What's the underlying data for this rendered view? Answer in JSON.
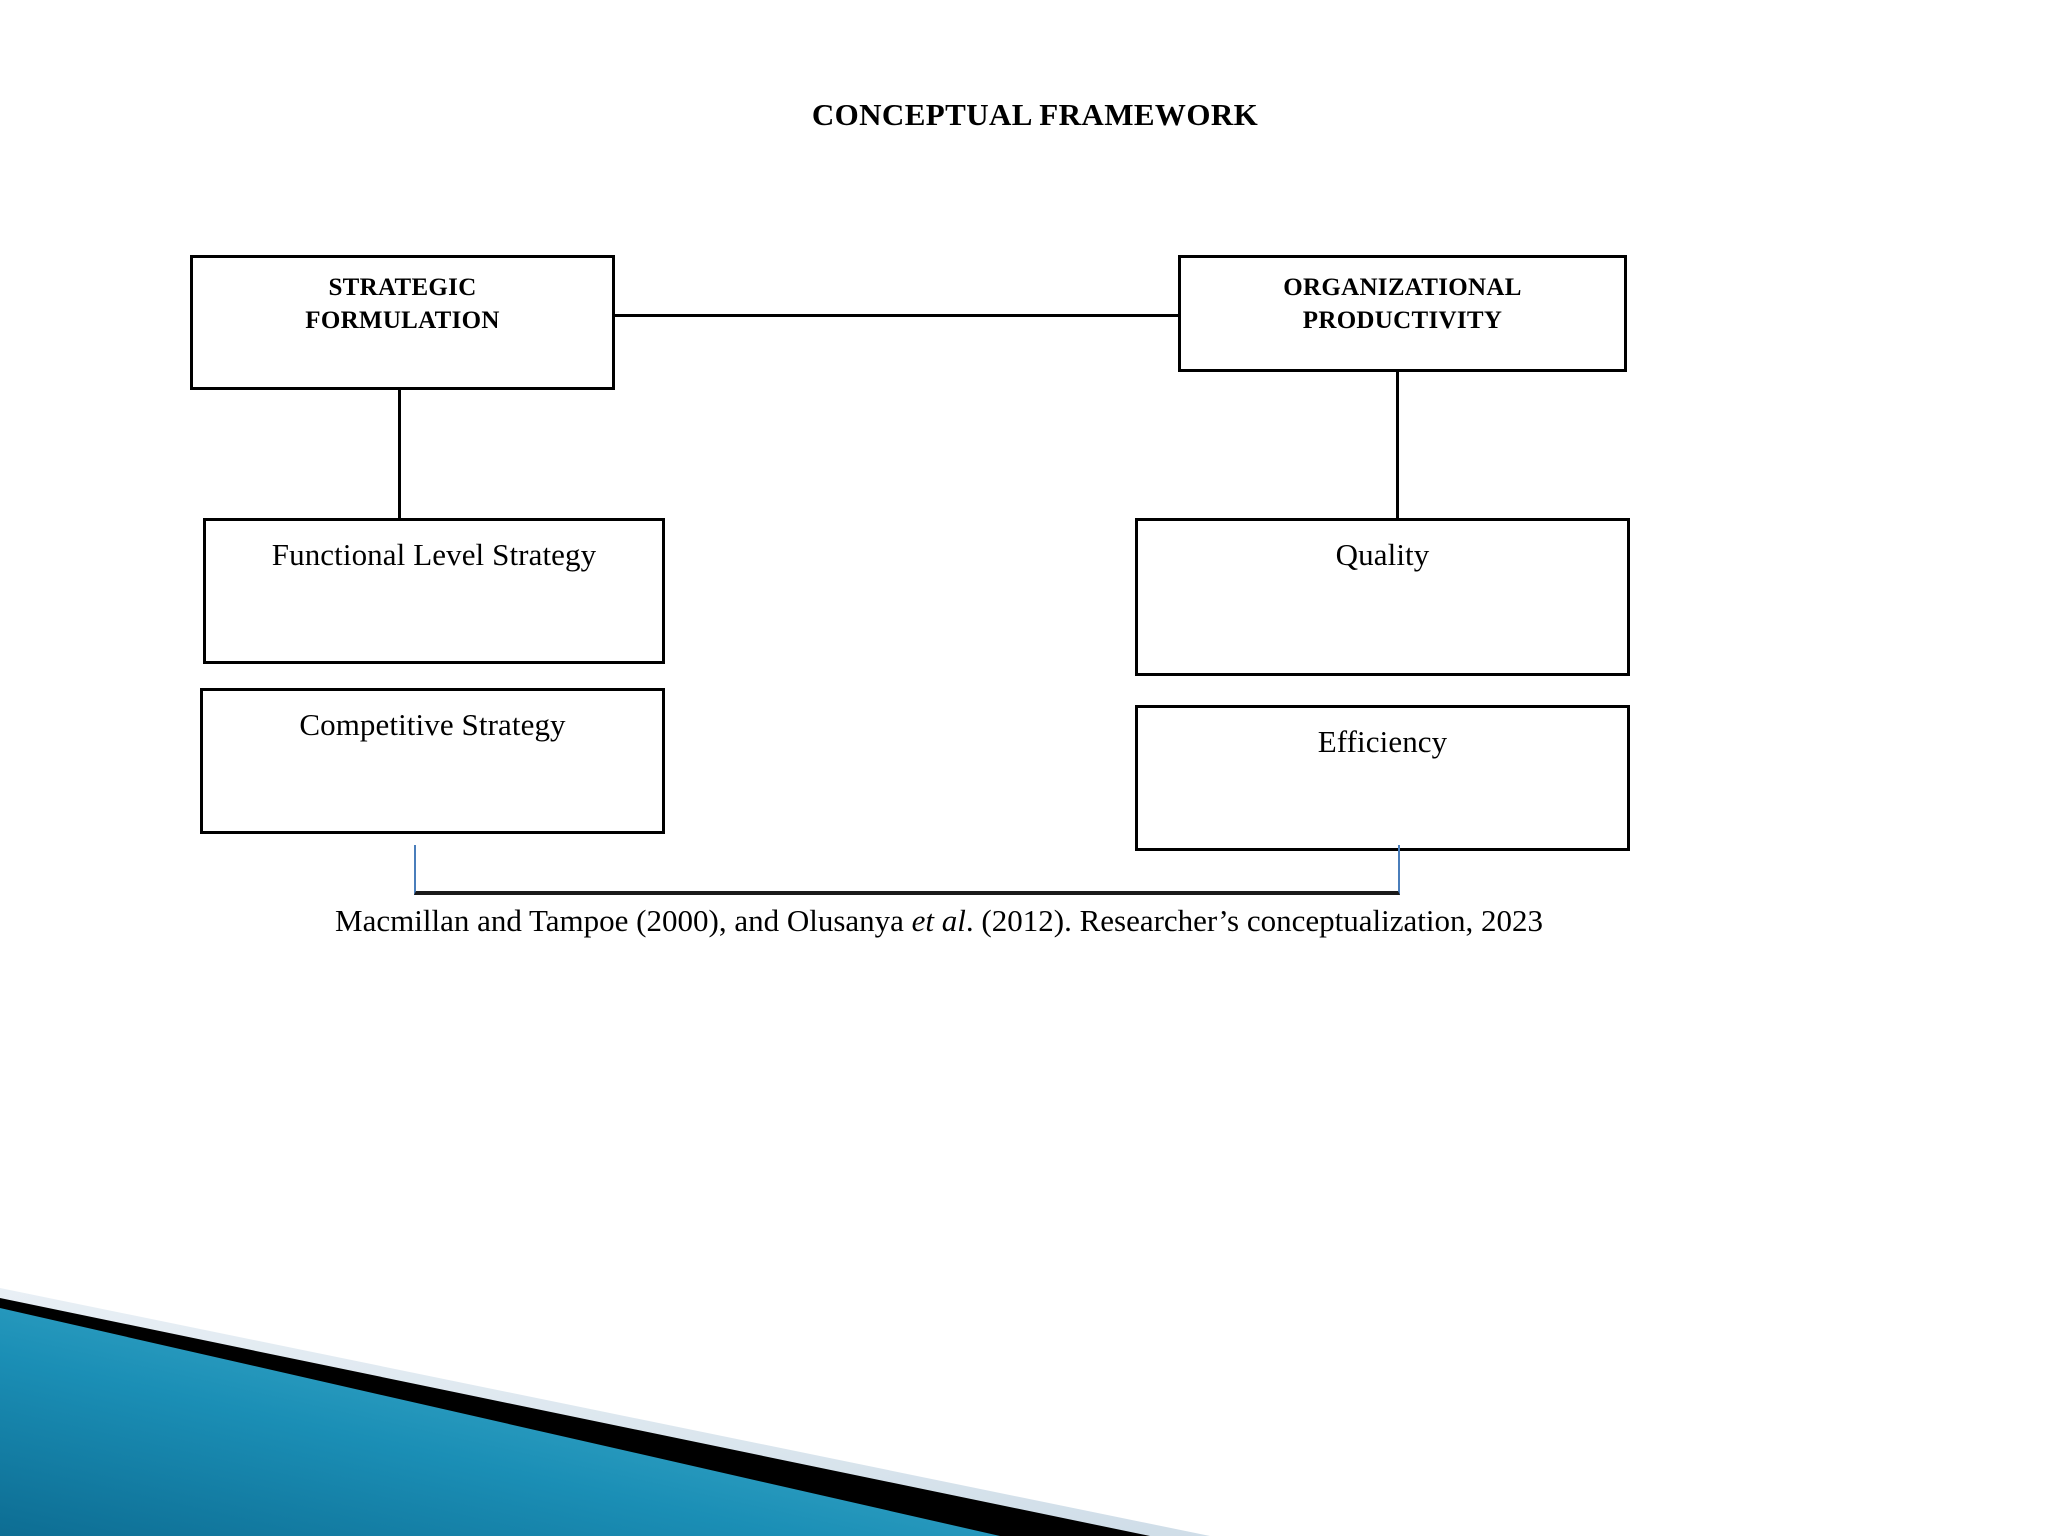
{
  "slide": {
    "title": "CONCEPTUAL FRAMEWORK",
    "background_color": "#ffffff"
  },
  "diagram": {
    "type": "conceptual-framework",
    "box_border_color": "#000000",
    "connector_color": "#000000",
    "caption_frame_color": "#4a7ebb",
    "nodes": {
      "independent_variable": {
        "label": "STRATEGIC\nFORMULATION",
        "line1": "STRATEGIC",
        "line2": "FORMULATION",
        "bold": true
      },
      "dependent_variable": {
        "label": "ORGANIZATIONAL\nPRODUCTIVITY",
        "line1": "ORGANIZATIONAL",
        "line2": "PRODUCTIVITY",
        "bold": true
      },
      "independent_dimension_1": {
        "label": "Functional Level Strategy",
        "bold": false
      },
      "independent_dimension_2": {
        "label": "Competitive Strategy",
        "bold": false
      },
      "dependent_measure_1": {
        "label": "Quality",
        "bold": false
      },
      "dependent_measure_2": {
        "label": "Efficiency",
        "bold": false
      }
    },
    "connections": [
      {
        "from": "independent_variable",
        "to": "dependent_variable",
        "orientation": "horizontal"
      },
      {
        "from": "independent_variable",
        "to": "independent_dimension_1",
        "orientation": "vertical"
      },
      {
        "from": "dependent_variable",
        "to": "dependent_measure_1",
        "orientation": "vertical"
      }
    ]
  },
  "citation": {
    "part1": "Macmillan and Tampoe (2000), and Olusanya ",
    "italic": "et al",
    "part2": ". (2012). Researcher’s conceptualization, 2023",
    "full": "Macmillan and Tampoe (2000), and Olusanya et al. (2012). Researcher’s conceptualization, 2023"
  },
  "decoration": {
    "name": "bottom-left-banded-corner",
    "teal_light": "#4fb3d4",
    "teal_dark": "#0f7ba6",
    "black_band": "#000000",
    "pale_band": "#dde7ee"
  }
}
